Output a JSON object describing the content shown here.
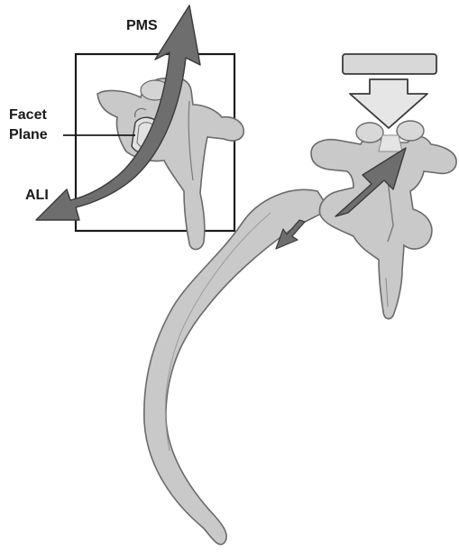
{
  "labels": {
    "pms": "PMS",
    "facet_line1": "Facet",
    "facet_line2": "Plane",
    "ali": "ALI"
  },
  "colors": {
    "bone_fill": "#c9c9c9",
    "bone_outline": "#6a6a6a",
    "arrow_fill": "#6e6e6e",
    "arrow_outline": "#3a3a3a",
    "force_block": "#d8d8d8",
    "ink": "#1a1a1a"
  },
  "icons": {
    "compression_force": "down-arrow-icon",
    "rotation_force": "diagonal-arrow-icon"
  }
}
